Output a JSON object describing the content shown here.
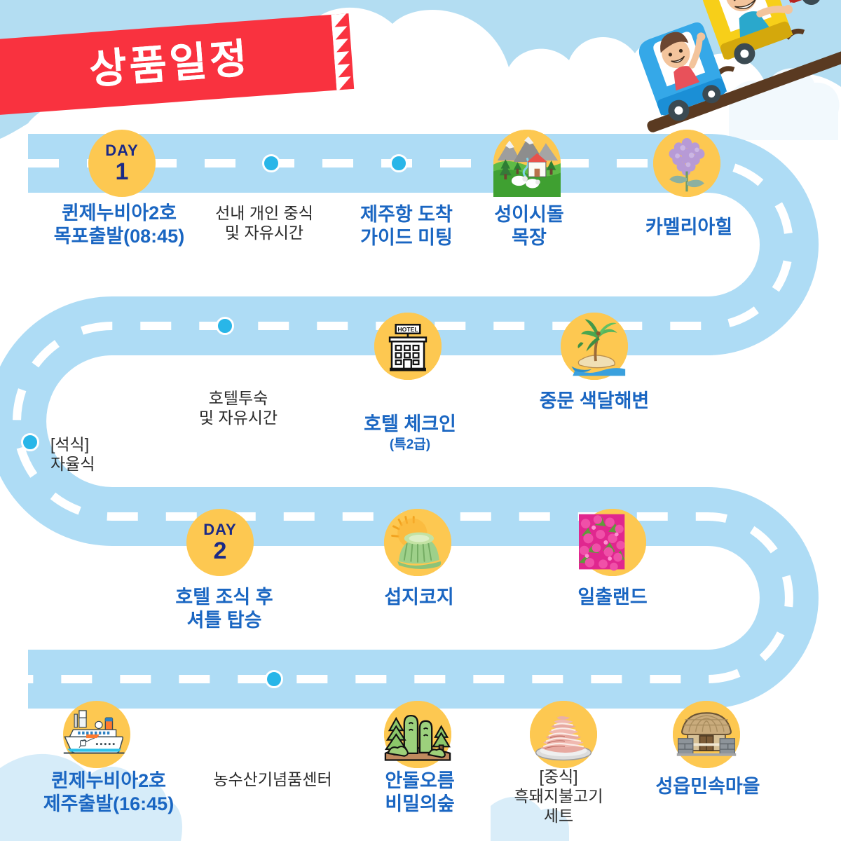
{
  "header": {
    "title": "상품일정",
    "ribbon_color": "#f9323f",
    "title_color": "#ffffff"
  },
  "theme": {
    "sky": "#b3ddf2",
    "road": "#aedcf5",
    "road_dash": "#ffffff",
    "node_yellow": "#fdc851",
    "dot_blue": "#29b6e8",
    "highlight_text": "#1a66c2",
    "plain_text": "#2b2b2b",
    "day_text": "#1b2a86"
  },
  "decoration": {
    "train": {
      "name": "kids-train",
      "cars": [
        "blue",
        "yellow",
        "red"
      ],
      "track_color": "#5a3a21"
    }
  },
  "itinerary": [
    {
      "row": 1,
      "stops": [
        {
          "id": "day1",
          "kind": "day",
          "day_word": "DAY",
          "day_num": "1",
          "label": "퀸제누비아2호\n목포출발(08:45)",
          "style": "hi",
          "icon": "day-badge"
        },
        {
          "id": "s1-2",
          "kind": "dot",
          "label": "선내 개인 중식\n및  자유시간",
          "style": "plain",
          "icon": "route-dot"
        },
        {
          "id": "s1-3",
          "kind": "dot",
          "label": "제주항 도착\n가이드 미팅",
          "style": "hi",
          "icon": "route-dot"
        },
        {
          "id": "s1-4",
          "kind": "node",
          "label": "성이시돌\n목장",
          "style": "hi",
          "icon": "ranch-icon"
        },
        {
          "id": "s1-5",
          "kind": "node",
          "label": "카멜리아힐",
          "style": "hi",
          "icon": "hydrangea-icon"
        }
      ]
    },
    {
      "row": 2,
      "stops": [
        {
          "id": "s2-1",
          "kind": "dot",
          "label": "호텔투숙\n및  자유시간",
          "style": "plain",
          "icon": "route-dot"
        },
        {
          "id": "s2-2",
          "kind": "node",
          "label": "호텔 체크인",
          "sublabel": "(특2급)",
          "style": "hi",
          "icon": "hotel-icon"
        },
        {
          "id": "s2-3",
          "kind": "node",
          "label": "중문 색달해변",
          "style": "hi",
          "icon": "palm-island-icon"
        }
      ]
    },
    {
      "row": "2b",
      "stops": [
        {
          "id": "s2-0",
          "kind": "dot",
          "label": "[석식]\n자율식",
          "style": "plain",
          "icon": "route-dot",
          "align": "left"
        }
      ]
    },
    {
      "row": 3,
      "stops": [
        {
          "id": "day2",
          "kind": "day",
          "day_word": "DAY",
          "day_num": "2",
          "label": "호텔 조식 후\n셔틀 탑승",
          "style": "hi",
          "icon": "day-badge"
        },
        {
          "id": "s3-2",
          "kind": "node",
          "label": "섭지코지",
          "style": "hi",
          "icon": "oreum-icon"
        },
        {
          "id": "s3-3",
          "kind": "node",
          "label": "일출랜드",
          "style": "hi",
          "icon": "azalea-icon"
        }
      ]
    },
    {
      "row": 4,
      "stops": [
        {
          "id": "s4-1",
          "kind": "node",
          "label": "퀸제누비아2호\n제주출발(16:45)",
          "style": "hi",
          "icon": "cruise-ship-icon"
        },
        {
          "id": "s4-2",
          "kind": "dot",
          "label": "농수산기념품센터",
          "style": "plain",
          "icon": "route-dot"
        },
        {
          "id": "s4-3",
          "kind": "node",
          "label": "안돌오름\n비밀의숲",
          "style": "hi",
          "icon": "forest-icon"
        },
        {
          "id": "s4-4",
          "kind": "dot",
          "label": "[중식]\n흑돼지불고기\n세트",
          "style": "plain",
          "icon": "route-dot"
        },
        {
          "id": "s4-5",
          "kind": "node",
          "label": "성읍민속마을",
          "style": "hi",
          "icon": "thatched-house-icon"
        }
      ]
    }
  ]
}
